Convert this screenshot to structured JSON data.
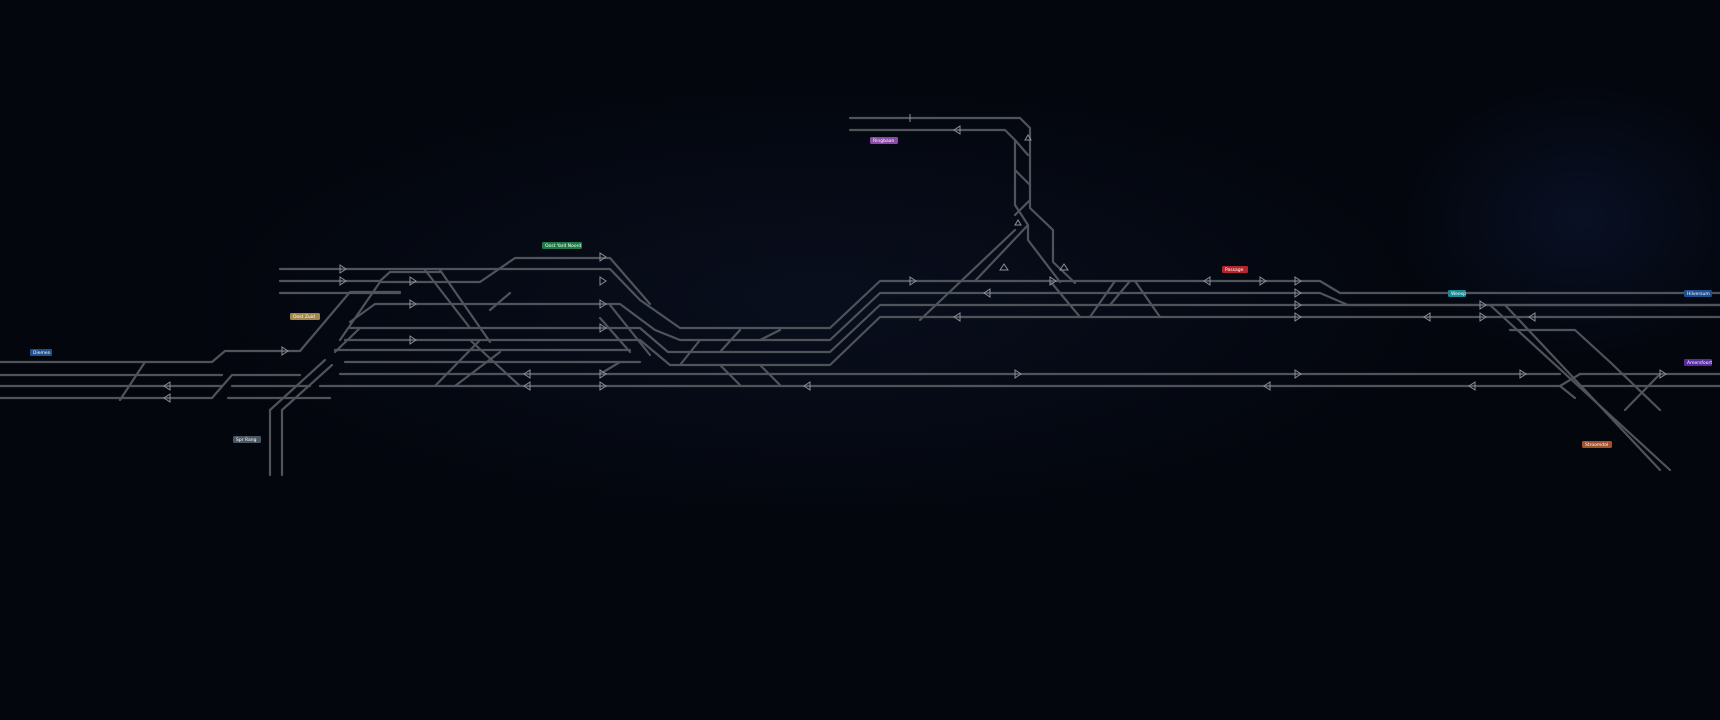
{
  "colors": {
    "background": "#03060d",
    "track": "#4f535a",
    "signal": "#8c9097"
  },
  "stations": [
    {
      "id": "west",
      "label": "Diemen",
      "color": "#1f4f8f"
    },
    {
      "id": "southwest",
      "label": "Spr Rang",
      "color": "#4a5561"
    },
    {
      "id": "core",
      "label": "Oost Yard Noord",
      "color": "#1e7a46"
    },
    {
      "id": "core-south",
      "label": "Oost Zuid",
      "color": "#a0874a"
    },
    {
      "id": "north",
      "label": "Ringbaan",
      "color": "#8a4aa8"
    },
    {
      "id": "east-mid",
      "label": "Passage",
      "color": "#b3262f"
    },
    {
      "id": "east",
      "label": "Weesp",
      "color": "#1a8a96"
    },
    {
      "id": "far-east-a",
      "label": "Hilversum",
      "color": "#1f4f8f"
    },
    {
      "id": "far-east-b",
      "label": "Amersfoort",
      "color": "#5a2aa0"
    },
    {
      "id": "southeast",
      "label": "Stroomdal",
      "color": "#a0522d"
    }
  ]
}
